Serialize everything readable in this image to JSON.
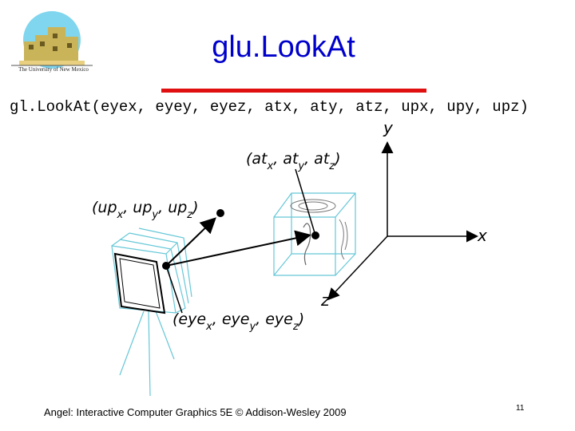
{
  "header": {
    "title": "glu.LookAt",
    "logo_caption": "The University of New Mexico"
  },
  "code": {
    "signature": "gl.LookAt(eyex, eyey, eyez, atx, aty, atz, upx, upy, upz)"
  },
  "diagram": {
    "axes": {
      "y": "y",
      "x": "x",
      "z": "z"
    },
    "at_label": "(atₓ, at_y, at_z)",
    "up_label": "(upₓ, up_y, up_z)",
    "eye_label": "(eyeₓ, eye_y, eye_z)"
  },
  "footer": {
    "credit": "Angel: Interactive Computer Graphics 5E © Addison-Wesley 2009",
    "page_number": "11"
  },
  "colors": {
    "title": "#0000cc",
    "rule": "#e01010",
    "cube": "#66c8d8",
    "camera": "#66c8d8"
  }
}
